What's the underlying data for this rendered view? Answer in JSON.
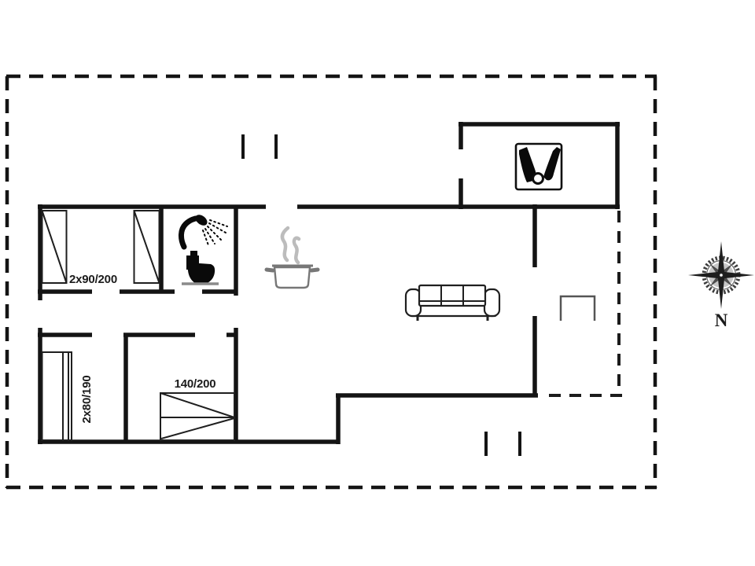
{
  "floor_plan": {
    "labels": {
      "twin_beds": "2x90/200",
      "double_bed": "140/200",
      "bunk_bed": "2x80/190"
    },
    "compass": {
      "north": "N"
    },
    "icons": {
      "shower": "shower-icon",
      "toilet": "toilet-icon",
      "cooking_pot": "cooking-pot-icon",
      "sofa": "sofa-icon",
      "wood_stove": "wood-stove-icon",
      "compass_rose": "compass-rose-icon"
    },
    "colors": {
      "wall": "#141414",
      "furniture_outline": "#1f1f1f",
      "gray_detail": "#8b8b8b",
      "steam": "#bcbcbc",
      "background": "#ffffff"
    }
  }
}
